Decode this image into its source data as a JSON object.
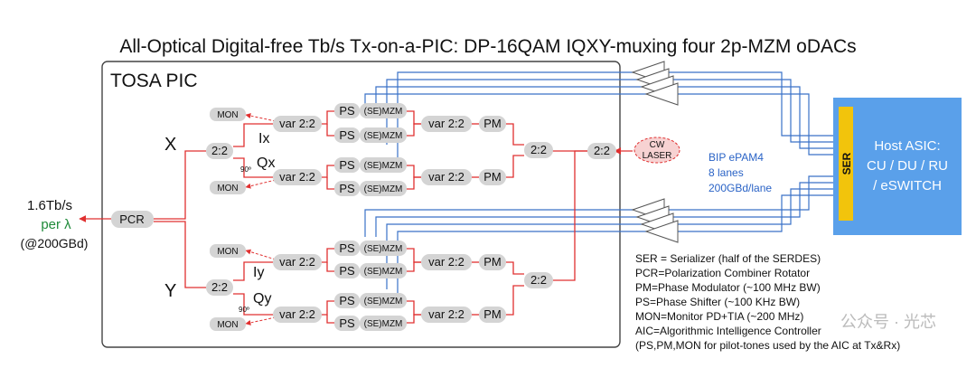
{
  "title": "All-Optical Digital-free Tb/s Tx-on-a-PIC: DP-16QAM IQXY-muxing four 2p-MZM oDACs",
  "tosa_label": "TOSA PIC",
  "pol": {
    "x": "X",
    "y": "Y"
  },
  "iq": {
    "ix": "Ix",
    "qx": "Qx",
    "iy": "Iy",
    "qy": "Qy",
    "ninety": "90º"
  },
  "blocks": {
    "mon": "MON",
    "var": "var 2:2",
    "ps": "PS",
    "semzm": "(SE)MZM",
    "pm": "PM",
    "splitter": "2:2",
    "pcr": "PCR",
    "cw_laser": "CW LASER"
  },
  "output": {
    "rate": "1.6Tb/s",
    "per": "per λ",
    "baud": "(@200GBd)"
  },
  "asic": {
    "ser": "SER",
    "lines": [
      "Host ASIC:",
      "CU / DU / RU",
      "/ eSWITCH"
    ]
  },
  "link": {
    "lines": [
      "BIP ePAM4",
      "8 lanes",
      "200GBd/lane"
    ]
  },
  "legend": [
    "SER = Serializer (half of the SERDES)",
    "PCR=Polarization Combiner Rotator",
    "PM=Phase Modulator (~100 MHz BW)",
    "PS=Phase Shifter  (~100 KHz BW)",
    "MON=Monitor PD+TIA (~200 MHz)",
    "AIC=Algorithmic Intelligence Controller",
    "(PS,PM,MON for pilot-tones used by the AIC at Tx&Rx)"
  ],
  "watermark": "公众号 · 光芯",
  "colors": {
    "red": "#e03030",
    "blue": "#3a72c8",
    "asic_fill": "#5aa0ea",
    "ser_fill": "#f2c40c",
    "gray_block": "#d4d4d4",
    "laser_fill": "#f7d2d2",
    "green_text": "#1f8a3a",
    "blue_text": "#2a63c6"
  }
}
